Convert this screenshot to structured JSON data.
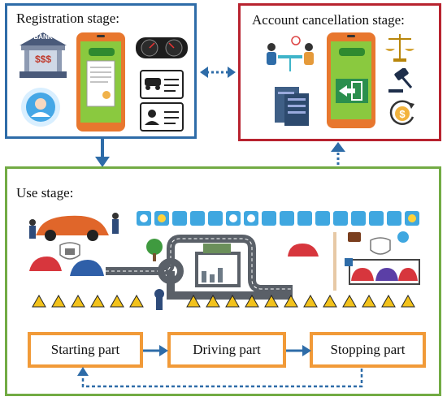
{
  "stages": {
    "registration": {
      "title": "Registration stage:"
    },
    "cancellation": {
      "title": "Account cancellation stage:"
    },
    "use": {
      "title": "Use stage:"
    }
  },
  "bank_icon": {
    "label": "BANK",
    "symbol": "$$$"
  },
  "parts": [
    {
      "label": "Starting part"
    },
    {
      "label": "Driving part"
    },
    {
      "label": "Stopping part"
    }
  ],
  "colors": {
    "registration_border": "#2e6ca8",
    "cancellation_border": "#b8232f",
    "use_border": "#72ab44",
    "part_border": "#f19a38",
    "arrow_blue": "#2e6ca8",
    "phone_orange": "#e8772e",
    "phone_screen": "#8ac93f",
    "road_gray": "#5a6068"
  }
}
